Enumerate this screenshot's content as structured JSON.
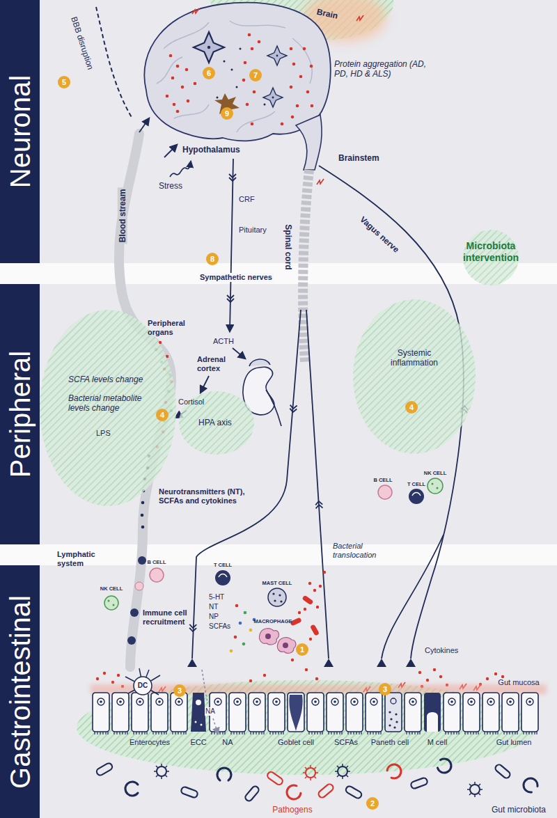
{
  "diagram": {
    "nodes": [
      {
        "text": [
          "Neuronal"
        ]
      },
      {
        "text": [
          "Peripheral"
        ]
      },
      {
        "text": [
          "Gastrointestinal"
        ]
      },
      {
        "text": [
          "Microbiota intervention"
        ]
      },
      {
        "text": [
          "Peripheral organs",
          "SCFA levels change",
          "Bacterial metabolite levels change"
        ]
      },
      {
        "text": [
          "Systemic inflammation"
        ]
      },
      {
        "text": [
          "HPA axis"
        ]
      }
    ],
    "labels": [
      "BBB disruption",
      "5",
      "Brain",
      "Protein aggregation (AD, PD, HD & ALS)",
      "6",
      "7",
      "9",
      "Hypothalamus",
      "Brainstem",
      "Stress",
      "CRF",
      "Pituitary",
      "Blood stream",
      "Spinal cord",
      "Vagus nerve",
      "8",
      "Sympathetic nerves",
      "ACTH",
      "Adrenal cortex",
      "Cortisol",
      "4",
      "LPS",
      "4",
      "Neurotransmitters (NT), SCFAs and cytokines",
      "B CELL",
      "T CELL",
      "NK CELL",
      "Lymphatic system",
      "B CELL",
      "T CELL",
      "MAST CELL",
      "NK CELL",
      "Bacterial translocation",
      "5-HT",
      "NT",
      "NP",
      "SCFAs",
      "MACROPHAGE",
      "Immune cell recruitment",
      "1",
      "Cytokines",
      "DC",
      "3",
      "3",
      "Gut mucosa",
      "NA",
      "Enterocytes",
      "ECC",
      "NA",
      "Goblet cell",
      "SCFAs",
      "Paneth cell",
      "M cell",
      "Gut lumen",
      "2",
      "Pathogens",
      "Gut microbiota"
    ]
  }
}
